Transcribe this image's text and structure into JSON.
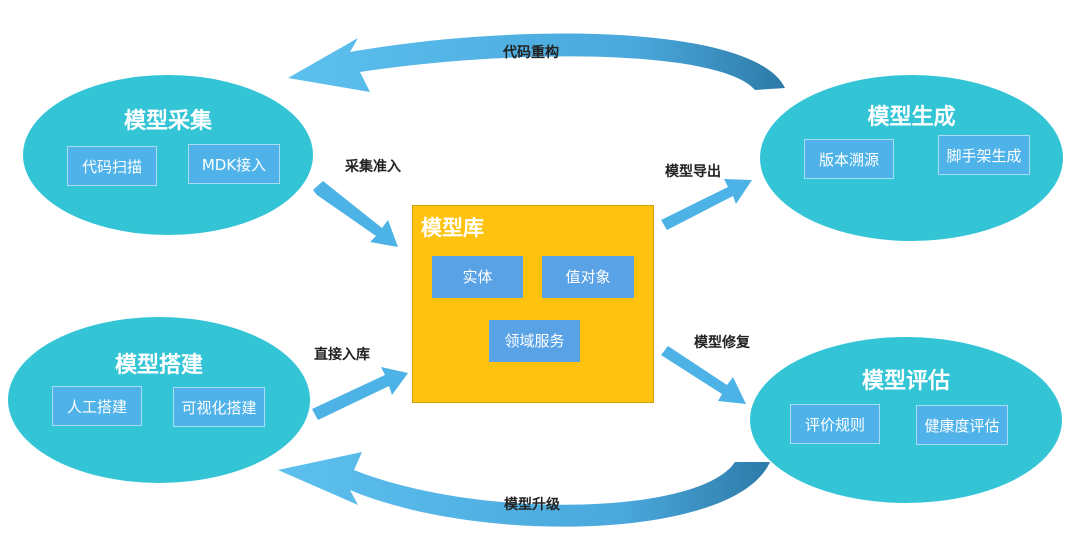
{
  "nodes": {
    "collect": {
      "title": "模型采集",
      "items": [
        "代码扫描",
        "MDK接入"
      ]
    },
    "generate": {
      "title": "模型生成",
      "items": [
        "版本溯源",
        "脚手架生成"
      ]
    },
    "build": {
      "title": "模型搭建",
      "items": [
        "人工搭建",
        "可视化搭建"
      ]
    },
    "evaluate": {
      "title": "模型评估",
      "items": [
        "评价规则",
        "健康度评估"
      ]
    },
    "library": {
      "title": "模型库",
      "items": [
        "实体",
        "值对象",
        "领域服务"
      ]
    }
  },
  "edges": {
    "refactor": "代码重构",
    "collect_admit": "采集准入",
    "export": "模型导出",
    "direct_import": "直接入库",
    "repair": "模型修复",
    "upgrade": "模型升级"
  },
  "colors": {
    "node": "#33c4d6",
    "chip": "#4fb3ea",
    "library": "#ffc20e",
    "library_chip": "#5aa2e6",
    "arrow": "#4db3e6",
    "arrow_dark": "#2f7fb0"
  }
}
